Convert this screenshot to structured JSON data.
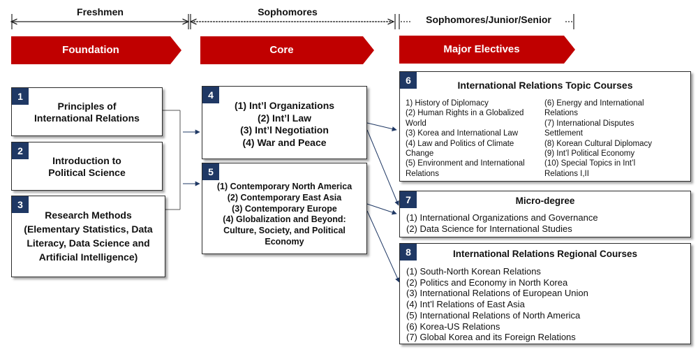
{
  "stages": {
    "freshmen": "Freshmen",
    "sophomores": "Sophomores",
    "upper": "Sophomores/Junior/Senior"
  },
  "chevrons": {
    "foundation": "Foundation",
    "core": "Core",
    "major": "Major Electives"
  },
  "colors": {
    "chevron": "#c00000",
    "badge": "#1f3864",
    "arrow": "#1f3864"
  },
  "foundation": [
    {
      "num": "1",
      "lines": [
        "Principles of",
        "International Relations"
      ]
    },
    {
      "num": "2",
      "lines": [
        "Introduction to",
        "Political Science"
      ]
    },
    {
      "num": "3",
      "lines": [
        "Research Methods",
        "(Elementary Statistics, Data",
        "Literacy, Data Science and",
        "Artificial Intelligence)"
      ]
    }
  ],
  "core": [
    {
      "num": "4",
      "lines": [
        "(1) Int’l Organizations",
        "(2) Int’l Law",
        "(3) Int’l Negotiation",
        "(4) War and Peace"
      ]
    },
    {
      "num": "5",
      "lines": [
        "(1) Contemporary North America",
        "(2) Contemporary East Asia",
        "(3) Contemporary Europe",
        "(4) Globalization and Beyond:",
        "Culture, Society, and Political",
        "Economy"
      ]
    }
  ],
  "electives": {
    "topic": {
      "num": "6",
      "title": "International Relations Topic Courses",
      "left": [
        "1) History of Diplomacy",
        "(2) Human Rights in a Globalized",
        "World",
        "(3) Korea and International Law",
        "(4) Law and Politics of Climate",
        "Change",
        "(5) Environment and International",
        "Relations"
      ],
      "right": [
        "(6) Energy and International",
        "Relations",
        "(7) International Disputes",
        "Settlement",
        "(8) Korean Cultural Diplomacy",
        "(9) Int’l Political Economy",
        "(10) Special Topics in Int’l",
        "Relations I,II"
      ]
    },
    "micro": {
      "num": "7",
      "title": "Micro-degree",
      "items": [
        "(1)  International Organizations and Governance",
        "(2) Data Science for International Studies"
      ]
    },
    "regional": {
      "num": "8",
      "title": "International Relations Regional Courses",
      "items": [
        "(1)  South-North Korean Relations",
        "(2) Politics and Economy in North Korea",
        "(3) International Relations of European Union",
        "(4) Int’l Relations of East Asia",
        "(5) International Relations of North America",
        "(6) Korea-US Relations",
        "(7) Global Korea and its Foreign Relations"
      ]
    }
  }
}
